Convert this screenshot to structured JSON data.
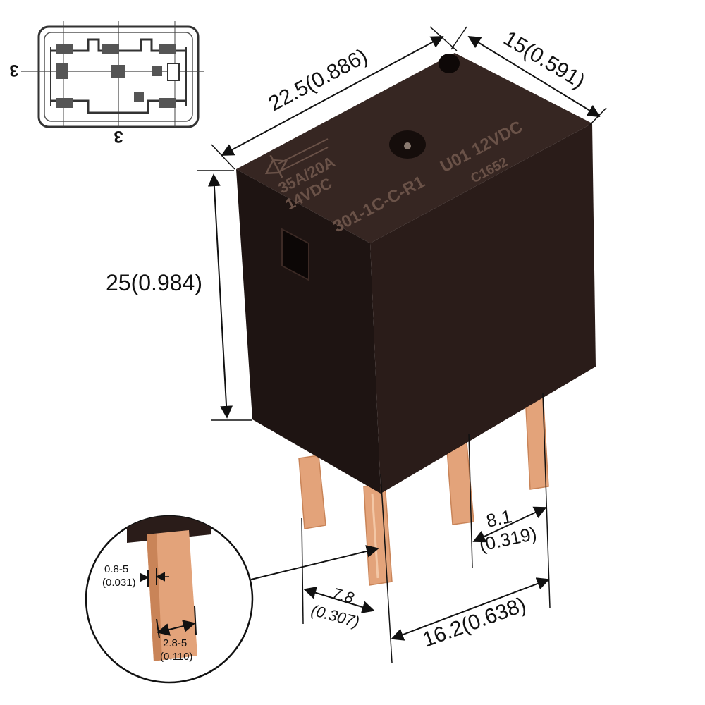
{
  "colors": {
    "body_front": "#2a1c19",
    "body_side": "#1e1412",
    "body_top": "#362622",
    "marking": "#6a5248",
    "terminal": "#e3a37a",
    "terminal_shade": "#c98458",
    "dimension_line": "#111111",
    "schematic_line": "#333333",
    "background": "#ffffff"
  },
  "relay": {
    "marking_rating": "35A/20A",
    "marking_voltage": "14VDC",
    "marking_part": "301-1C-C-R1",
    "marking_coil": "U01 12VDC",
    "marking_date": "C1652"
  },
  "schematic": {
    "view_marker_left": "3",
    "view_marker_bottom": "3"
  },
  "dimensions": {
    "length": "22.5(0.886)",
    "width": "15(0.591)",
    "height": "25(0.984)",
    "pin_spacing_right_mm": "8.1",
    "pin_spacing_right_in": "(0.319)",
    "pin_spacing_left_mm": "7.8",
    "pin_spacing_left_in": "(0.307)",
    "pin_span": "16.2(0.638)"
  },
  "detail": {
    "thickness_mm": "0.8-5",
    "thickness_in": "(0.031)",
    "width_mm": "2.8-5",
    "width_in": "(0.110)"
  }
}
